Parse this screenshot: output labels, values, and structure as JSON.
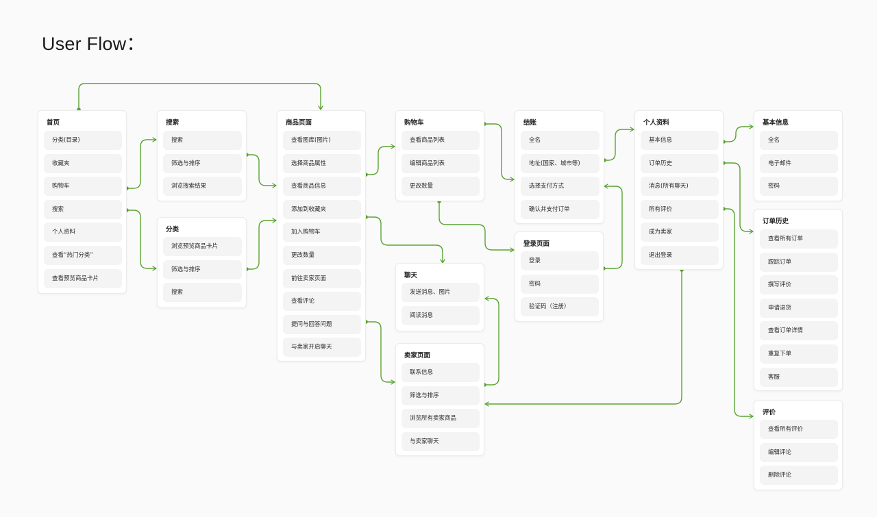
{
  "title": "User Flow：",
  "colors": {
    "accent": "#5aa332",
    "item_bg": "#f4f4f4",
    "card_bg": "#ffffff"
  },
  "cards": [
    {
      "id": "home",
      "title": "首页",
      "items": [
        "分类(目录)",
        "收藏夹",
        "购物车",
        "搜索",
        "个人资料",
        "查看“热门分类”",
        "查看预览商品卡片"
      ]
    },
    {
      "id": "search",
      "title": "搜索",
      "items": [
        "搜索",
        "筛选与排序",
        "浏览搜索结果"
      ]
    },
    {
      "id": "category",
      "title": "分类",
      "items": [
        "浏览预览商品卡片",
        "筛选与排序",
        "搜索"
      ]
    },
    {
      "id": "product",
      "title": "商品页面",
      "items": [
        "查看图库(图片)",
        "选择商品属性",
        "查看商品信息",
        "添加到收藏夹",
        "加入购物车",
        "更改数量",
        "前往卖家页面",
        "查看评论",
        "提问与回答问题",
        "与卖家开启聊天"
      ]
    },
    {
      "id": "cart",
      "title": "购物车",
      "items": [
        "查看商品列表",
        "编辑商品列表",
        "更改数量"
      ]
    },
    {
      "id": "chat",
      "title": "聊天",
      "items": [
        "发送消息、图片",
        "阅读消息"
      ]
    },
    {
      "id": "seller",
      "title": "卖家页面",
      "items": [
        "联系信息",
        "筛选与排序",
        "浏览所有卖家商品",
        "与卖家聊天"
      ]
    },
    {
      "id": "checkout",
      "title": "结账",
      "items": [
        "全名",
        "地址(国家、城市等)",
        "选择支付方式",
        "确认并支付订单"
      ]
    },
    {
      "id": "login",
      "title": "登录页面",
      "items": [
        "登录",
        "密码",
        "验证码（注册）"
      ]
    },
    {
      "id": "profile",
      "title": "个人资料",
      "items": [
        "基本信息",
        "订单历史",
        "消息(所有聊天)",
        "所有评价",
        "成为卖家",
        "退出登录"
      ]
    },
    {
      "id": "basic",
      "title": "基本信息",
      "items": [
        "全名",
        "电子邮件",
        "密码"
      ]
    },
    {
      "id": "orders",
      "title": "订单历史",
      "items": [
        "查看所有订单",
        "跟踪订单",
        "撰写评价",
        "申请退货",
        "查看订单详情",
        "重复下单",
        "客服"
      ]
    },
    {
      "id": "reviews",
      "title": "评价",
      "items": [
        "查看所有评价",
        "编辑评论",
        "删除评论"
      ]
    }
  ]
}
